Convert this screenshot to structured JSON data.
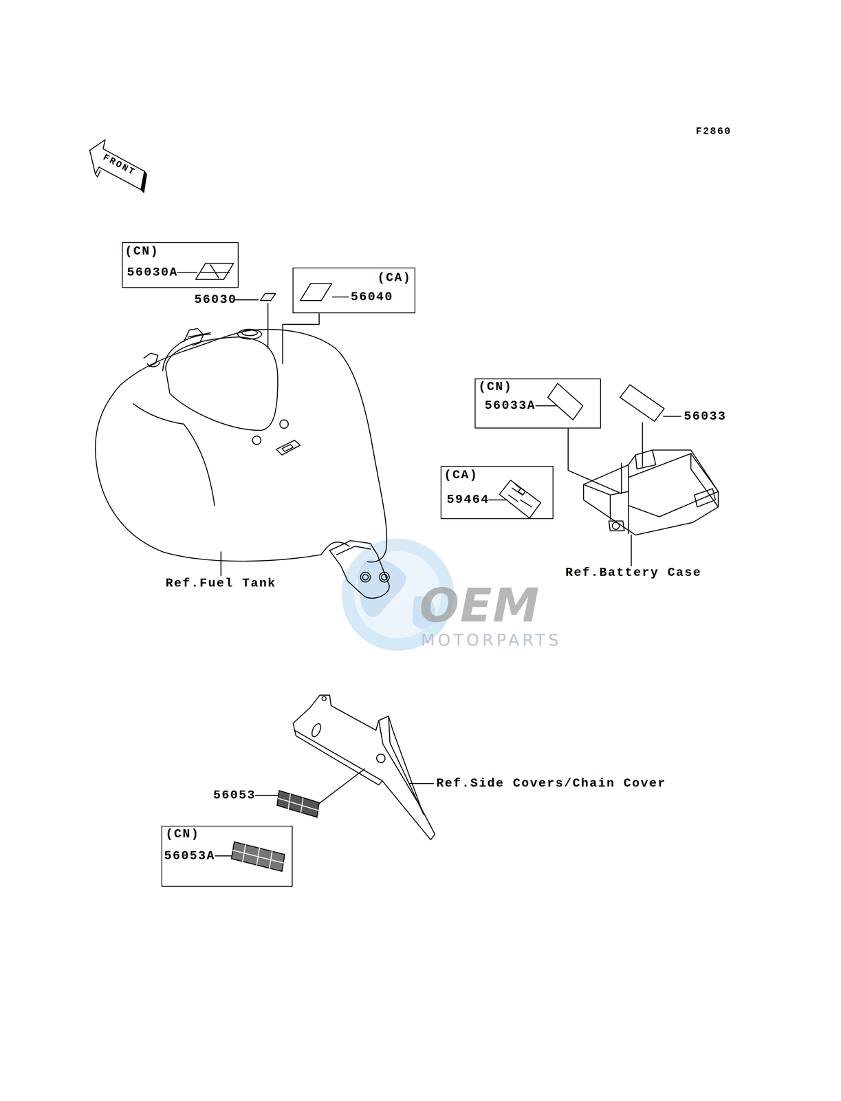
{
  "diagram": {
    "nodes": [
      {
        "text": [
          "(CN)",
          "56030A"
        ]
      },
      {
        "text": [
          "(CA)",
          "56040"
        ]
      },
      {
        "text": [
          "(CN)",
          "56033A"
        ]
      },
      {
        "text": [
          "(CA)",
          "59464"
        ]
      },
      {
        "text": [
          "(CN)",
          "56053A"
        ]
      }
    ],
    "labels": [
      "FRONT",
      "F2860",
      "56030",
      "Ref.Fuel Tank",
      "56033",
      "Ref.Battery Case",
      "OEM",
      "MOTORPARTS",
      "56053",
      "Ref.Side Covers/Chain Cover"
    ]
  }
}
